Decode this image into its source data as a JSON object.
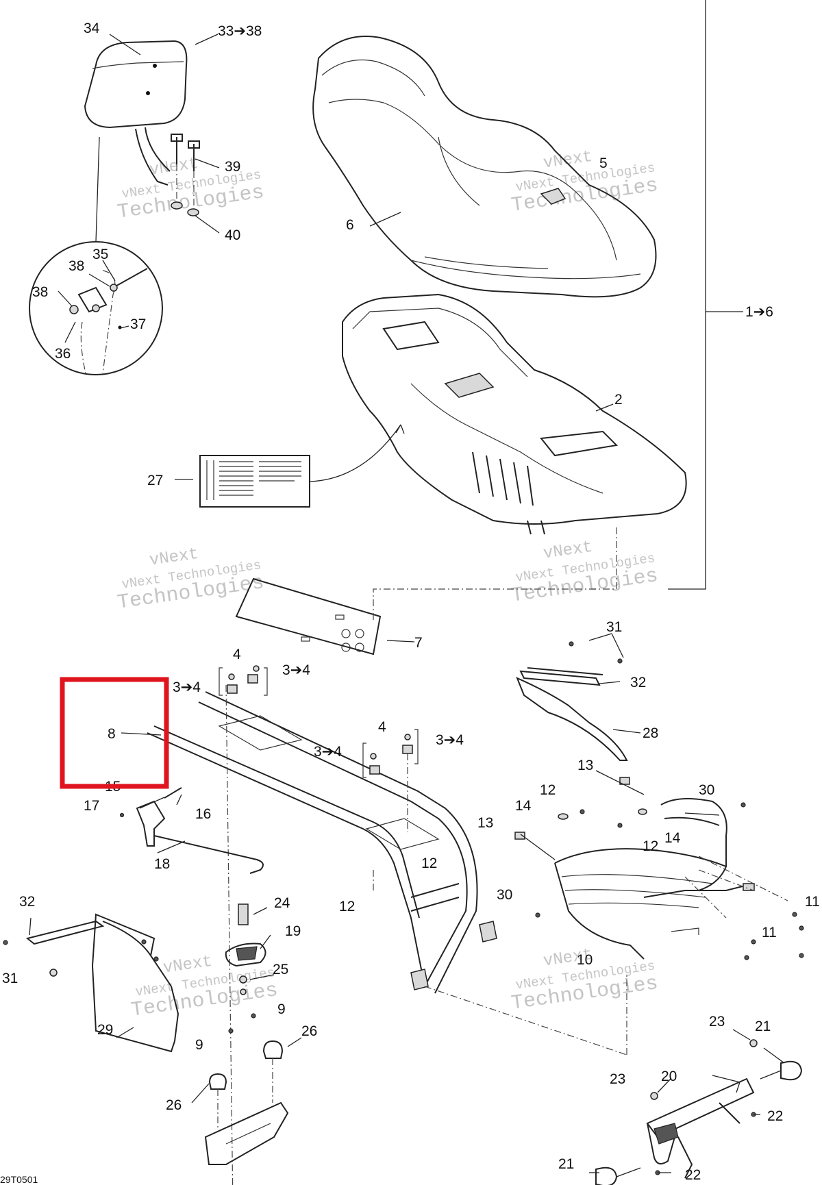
{
  "diagram_code": "29T0501",
  "watermark": {
    "line1": "vNext",
    "line2": "vNext Technologies",
    "line3": "Technologies"
  },
  "labels": {
    "l34": "34",
    "l33_38": "33➔38",
    "l39": "39",
    "l40": "40",
    "l35": "35",
    "l38a": "38",
    "l38b": "38",
    "l36": "36",
    "l37": "37",
    "l5": "5",
    "l6": "6",
    "l1_6": "1➔6",
    "l2": "2",
    "l27": "27",
    "l7": "7",
    "l4a": "4",
    "l3_4a": "3➔4",
    "l3_4b": "3➔4",
    "l4b": "4",
    "l3_4c": "3➔4",
    "l3_4d": "3➔4",
    "l8": "8",
    "l15": "15",
    "l17": "17",
    "l16": "16",
    "l18": "18",
    "l31a": "31",
    "l32a": "32",
    "l28": "28",
    "l13a": "13",
    "l12a": "12",
    "l30a": "30",
    "l14a": "14",
    "l13b": "13",
    "l12b": "12",
    "l14b": "14",
    "l12c": "12",
    "l12d": "12",
    "l30b": "30",
    "l11a": "11",
    "l11b": "11",
    "l10": "10",
    "l24": "24",
    "l19": "19",
    "l25": "25",
    "l9a": "9",
    "l9b": "9",
    "l32b": "32",
    "l31b": "31",
    "l29": "29",
    "l26a": "26",
    "l26b": "26",
    "l23a": "23",
    "l21a": "21",
    "l20": "20",
    "l23b": "23",
    "l22a": "22",
    "l21b": "21",
    "l22b": "22"
  }
}
